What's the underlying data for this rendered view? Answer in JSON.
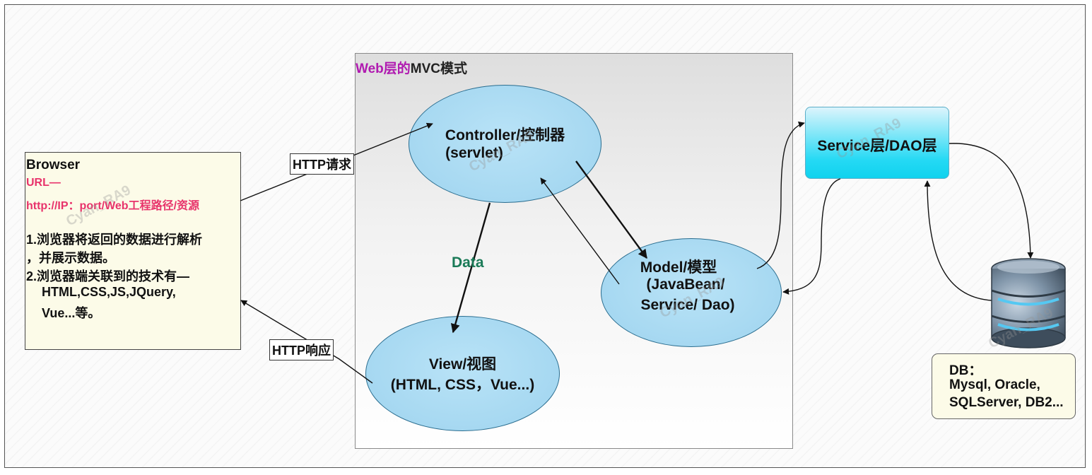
{
  "panel": {
    "title_accent": "Web层的",
    "title_rest": "MVC模式"
  },
  "browser": {
    "title": "Browser",
    "url_label": "URL—",
    "url_value": "http://IP：port/Web工程路径/资源",
    "lines": [
      "1.浏览器将返回的数据进行解析",
      "，并展示数据。",
      "2.浏览器端关联到的技术有—",
      "HTML,CSS,JS,JQuery,",
      "Vue...等。"
    ]
  },
  "controller": {
    "line1": "Controller/控制器",
    "line2": "(servlet)"
  },
  "view": {
    "line1": "View/视图",
    "line2": "(HTML, CSS，Vue...)"
  },
  "model": {
    "line1": "Model/模型",
    "line2": "(JavaBean/",
    "line3": "Service/ Dao)"
  },
  "service": {
    "label": "Service层/DAO层"
  },
  "db": {
    "lines": [
      "DB：",
      "Mysql, Oracle,",
      "SQLServer, DB2..."
    ]
  },
  "labels": {
    "http_request": "HTTP请求",
    "http_response": "HTTP响应",
    "data": "Data"
  },
  "watermark": "Cyan_RA9",
  "colors": {
    "accent_purple": "#b01ab0",
    "url_pink": "#e8336b",
    "data_green": "#1a7a57",
    "ellipse_fill": "#a6d8f1",
    "service_fill": "#24d9f4",
    "note_bg": "#fcfbe8"
  },
  "icons": {
    "database": "database-cylinder-icon"
  }
}
